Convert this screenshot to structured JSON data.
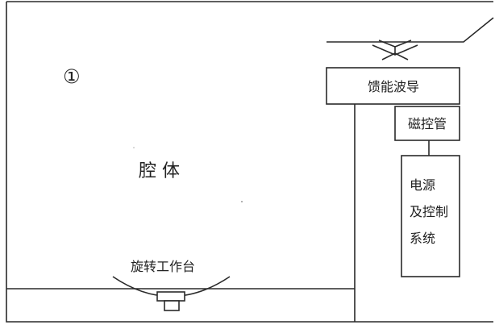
{
  "labels": {
    "marker": "①",
    "cavity": "腔 体",
    "turntable": "旋转工作台",
    "waveguide": "馈能波导",
    "magnetron": "磁控管",
    "power_line1": "电源",
    "power_line2": "及控制",
    "power_line3": "系统"
  },
  "colors": {
    "line": "#2a2a2a",
    "text": "#222222",
    "background": "#ffffff"
  }
}
